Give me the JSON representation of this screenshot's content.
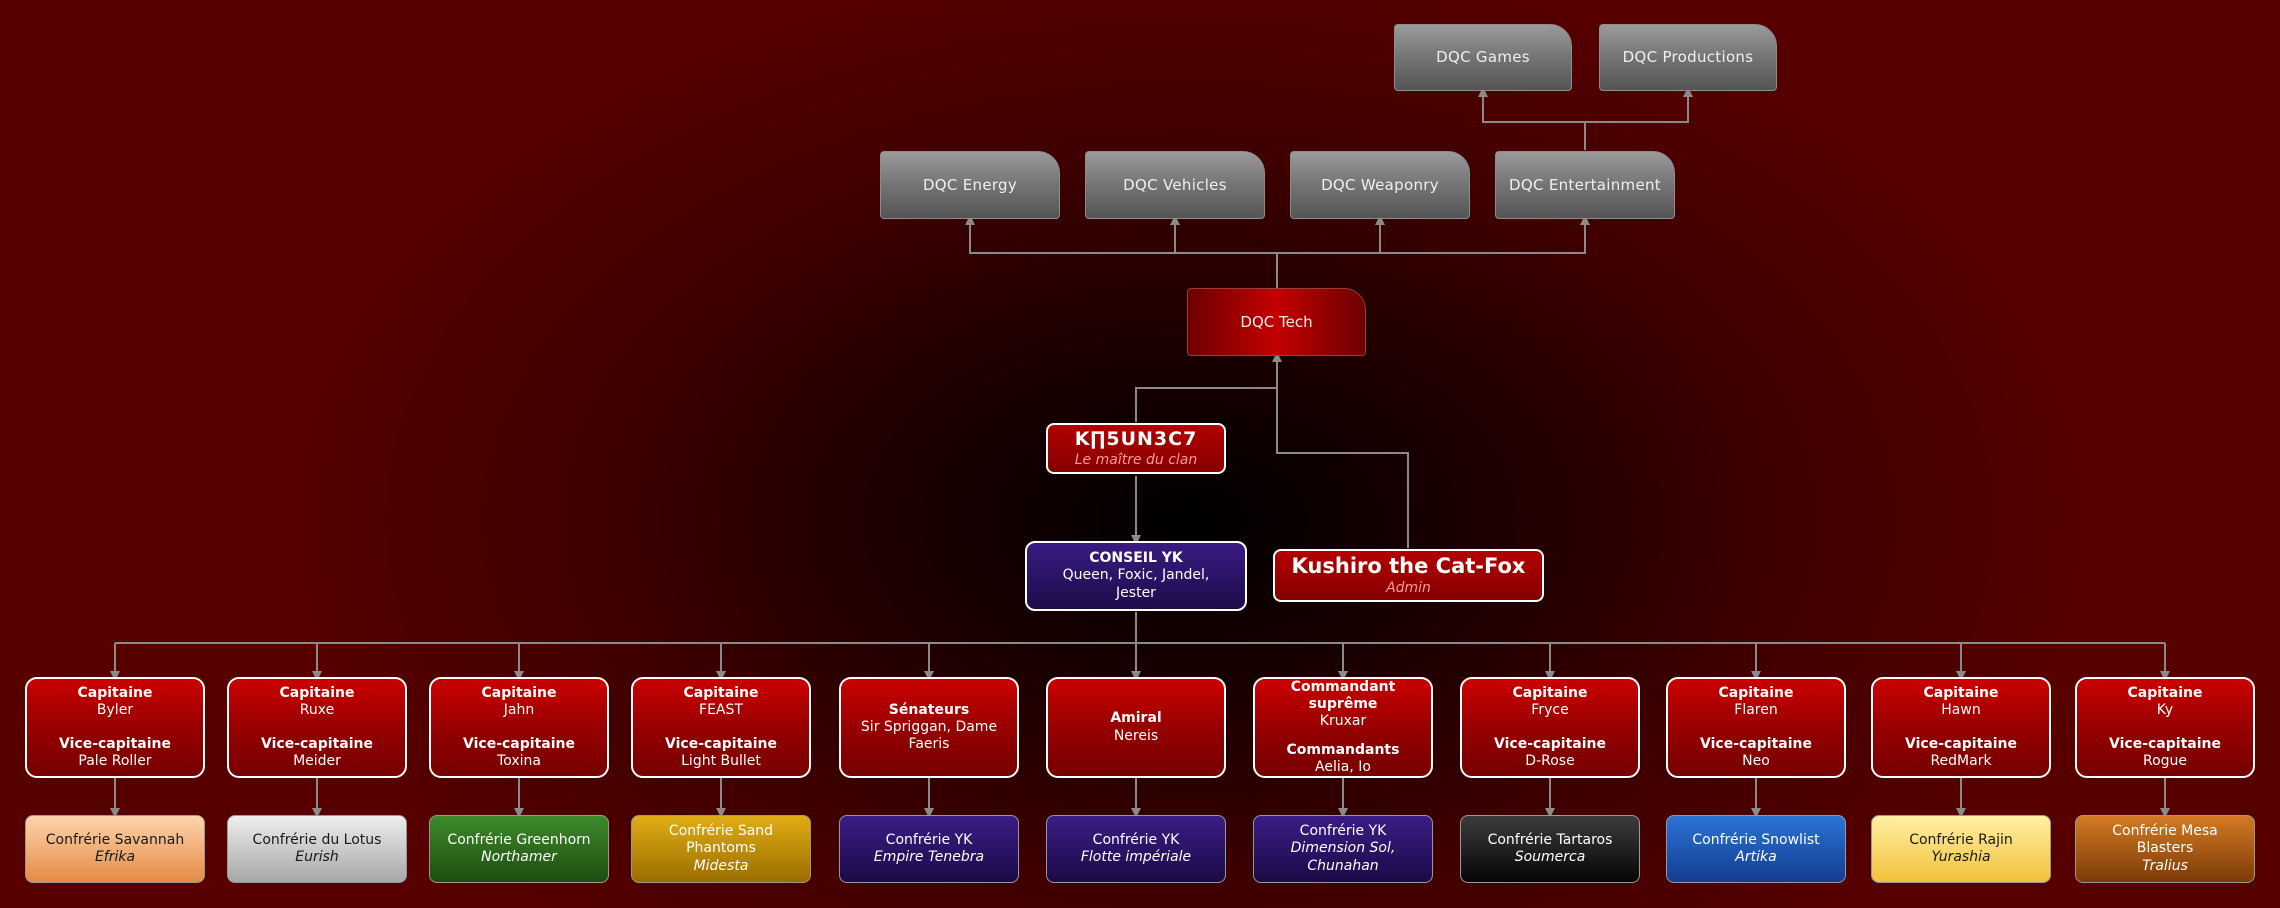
{
  "dqc": {
    "games": "DQC Games",
    "productions": "DQC Productions",
    "energy": "DQC Energy",
    "vehicles": "DQC Vehicles",
    "weaponry": "DQC Weaponry",
    "entertainment": "DQC Entertainment",
    "tech": "DQC Tech"
  },
  "leader": {
    "name": "K∏5UN3C7",
    "title": "Le maître du clan"
  },
  "admin": {
    "name": "Kushiro the Cat-Fox",
    "title": "Admin"
  },
  "council": {
    "title": "CONSEIL YK",
    "members": "Queen, Foxic, Jandel, Jester"
  },
  "captains": [
    {
      "l1": "Capitaine",
      "v1": "Byler",
      "l2": "Vice-capitaine",
      "v2": "Pale Roller"
    },
    {
      "l1": "Capitaine",
      "v1": "Ruxe",
      "l2": "Vice-capitaine",
      "v2": "Meider"
    },
    {
      "l1": "Capitaine",
      "v1": "Jahn",
      "l2": "Vice-capitaine",
      "v2": "Toxina"
    },
    {
      "l1": "Capitaine",
      "v1": "FEAST",
      "l2": "Vice-capitaine",
      "v2": "Light Bullet"
    },
    {
      "l1": "Sénateurs",
      "v1": "Sir Spriggan, Dame Faeris"
    },
    {
      "l1": "Amiral",
      "v1": "Nereis"
    },
    {
      "l1": "Commandant suprême",
      "v1": "Kruxar",
      "l2": "Commandants",
      "v2": "Aelia, Io"
    },
    {
      "l1": "Capitaine",
      "v1": "Fryce",
      "l2": "Vice-capitaine",
      "v2": "D-Rose"
    },
    {
      "l1": "Capitaine",
      "v1": "Flaren",
      "l2": "Vice-capitaine",
      "v2": "Neo"
    },
    {
      "l1": "Capitaine",
      "v1": "Hawn",
      "l2": "Vice-capitaine",
      "v2": "RedMark"
    },
    {
      "l1": "Capitaine",
      "v1": "Ky",
      "l2": "Vice-capitaine",
      "v2": "Rogue"
    }
  ],
  "confreries": [
    {
      "name": "Confrérie Savannah",
      "leader": "Efrika",
      "color_top": "#ffd3ad",
      "color_bottom": "#e38c44",
      "text": "dark"
    },
    {
      "name": "Confrérie du Lotus",
      "leader": "Eurish",
      "color_top": "#eeeeee",
      "color_bottom": "#a7a7a7",
      "text": "dark"
    },
    {
      "name": "Confrérie Greenhorn",
      "leader": "Northamer",
      "color_top": "#3e8a2a",
      "color_bottom": "#1c4d10",
      "text": "light"
    },
    {
      "name": "Confrérie Sand Phantoms",
      "leader": "Midesta",
      "color_top": "#e0ad14",
      "color_bottom": "#9a6d00",
      "text": "light"
    },
    {
      "name": "Confrérie YK",
      "leader": "Empire Tenebra",
      "color_top": "#3c1c86",
      "color_bottom": "#1a0a46",
      "text": "light"
    },
    {
      "name": "Confrérie YK",
      "leader": "Flotte impériale",
      "color_top": "#3c1c86",
      "color_bottom": "#1a0a46",
      "text": "light"
    },
    {
      "name": "Confrérie YK",
      "leader": "Dimension Sol, Chunahan",
      "color_top": "#3c1c86",
      "color_bottom": "#1a0a46",
      "text": "light"
    },
    {
      "name": "Confrérie Tartaros",
      "leader": "Soumerca",
      "color_top": "#3c3c3c",
      "color_bottom": "#050505",
      "text": "light"
    },
    {
      "name": "Confrérie Snowlist",
      "leader": "Artika",
      "color_top": "#2b73d6",
      "color_bottom": "#133d91",
      "text": "light"
    },
    {
      "name": "Confrérie Rajin",
      "leader": "Yurashia",
      "color_top": "#fff0a4",
      "color_bottom": "#f1c23a",
      "text": "dark"
    },
    {
      "name": "Confrérie Mesa Blasters",
      "leader": "Tralius",
      "color_top": "#d47a24",
      "color_bottom": "#7c3a06",
      "text": "light"
    }
  ]
}
